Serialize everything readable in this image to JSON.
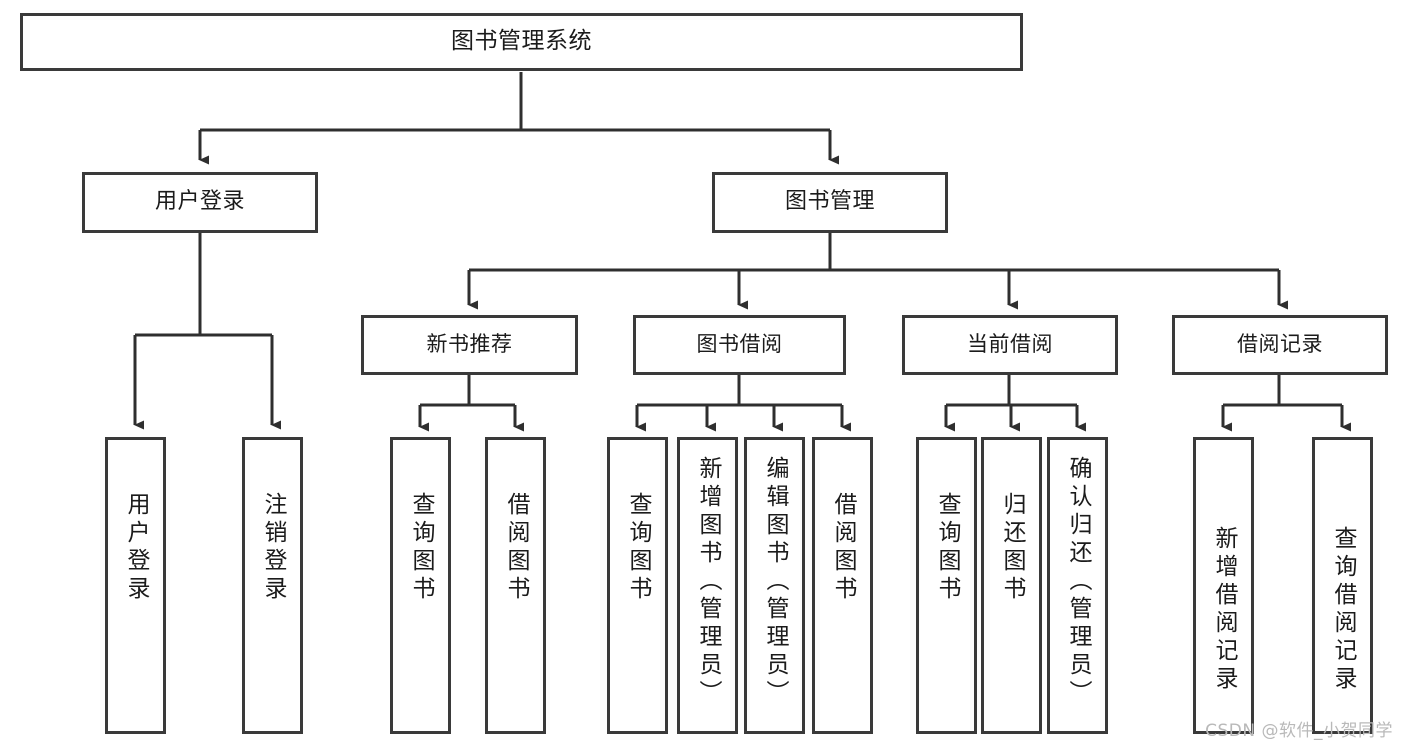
{
  "diagram": {
    "title": "图书管理系统",
    "type": "tree-hierarchy-diagram",
    "stroke_color": "#3a3a3a",
    "fill_color": "#ffffff",
    "text_color": "#1b1b1b",
    "root": {
      "label": "图书管理系统"
    },
    "level2": [
      {
        "label": "用户登录"
      },
      {
        "label": "图书管理"
      }
    ],
    "level3": [
      {
        "label": "新书推荐"
      },
      {
        "label": "图书借阅"
      },
      {
        "label": "当前借阅"
      },
      {
        "label": "借阅记录"
      }
    ],
    "leaves": {
      "user_login": [
        {
          "label": "用户登录"
        },
        {
          "label": "注销登录"
        }
      ],
      "new_book_recommend": [
        {
          "label": "查询图书"
        },
        {
          "label": "借阅图书"
        }
      ],
      "book_borrow": [
        {
          "label": "查询图书"
        },
        {
          "label": "新增图书（管理员）"
        },
        {
          "label": "编辑图书（管理员）"
        },
        {
          "label": "借阅图书"
        }
      ],
      "current_borrow": [
        {
          "label": "查询图书"
        },
        {
          "label": "归还图书"
        },
        {
          "label": "确认归还（管理员）"
        }
      ],
      "borrow_record": [
        {
          "label": "新增借阅记录"
        },
        {
          "label": "查询借阅记录"
        }
      ]
    }
  },
  "watermark": {
    "text": "CSDN @软件_小贺同学"
  }
}
